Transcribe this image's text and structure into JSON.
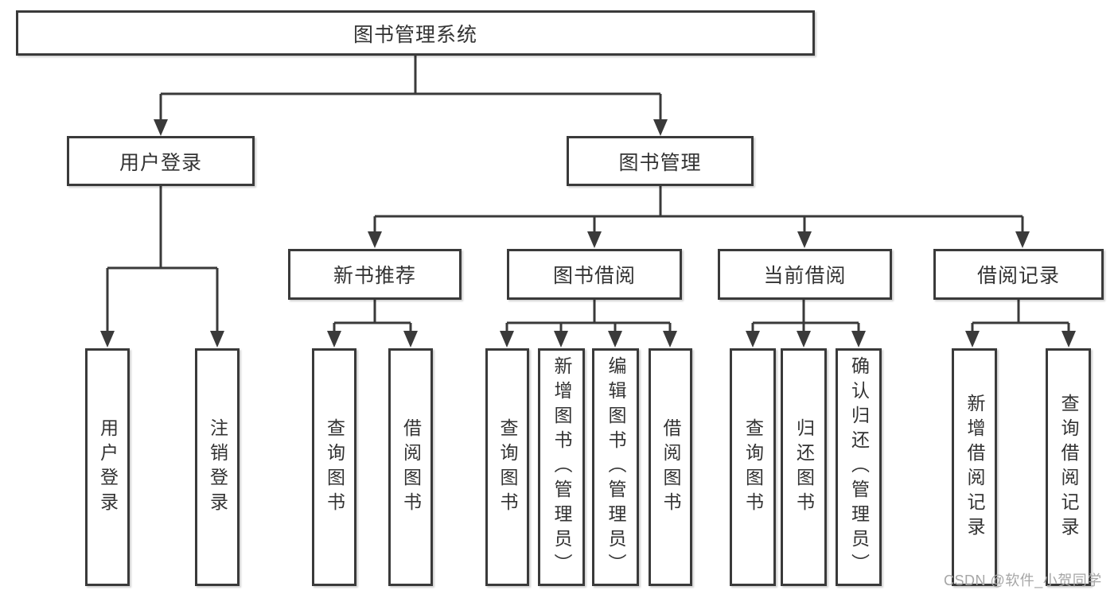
{
  "diagram": {
    "title": "图书管理系统",
    "branches": [
      {
        "label": "用户登录",
        "children": [
          {
            "label": "用户登录"
          },
          {
            "label": "注销登录"
          }
        ]
      },
      {
        "label": "图书管理",
        "children": [
          {
            "label": "新书推荐",
            "children": [
              {
                "label": "查询图书"
              },
              {
                "label": "借阅图书"
              }
            ]
          },
          {
            "label": "图书借阅",
            "children": [
              {
                "label": "查询图书"
              },
              {
                "label": "新增图书（管理员）"
              },
              {
                "label": "编辑图书（管理员）"
              },
              {
                "label": "借阅图书"
              }
            ]
          },
          {
            "label": "当前借阅",
            "children": [
              {
                "label": "查询图书"
              },
              {
                "label": "归还图书"
              },
              {
                "label": "确认归还（管理员）"
              }
            ]
          },
          {
            "label": "借阅记录",
            "children": [
              {
                "label": "新增借阅记录"
              },
              {
                "label": "查询借阅记录"
              }
            ]
          }
        ]
      }
    ]
  },
  "watermark": {
    "text": "CSDN @软件_小贺同学"
  },
  "colors": {
    "line": "#3a3a3a",
    "box_border": "#3a3a3a",
    "box_fill": "#ffffff",
    "text": "#333333",
    "watermark": "#a6a6a6"
  }
}
